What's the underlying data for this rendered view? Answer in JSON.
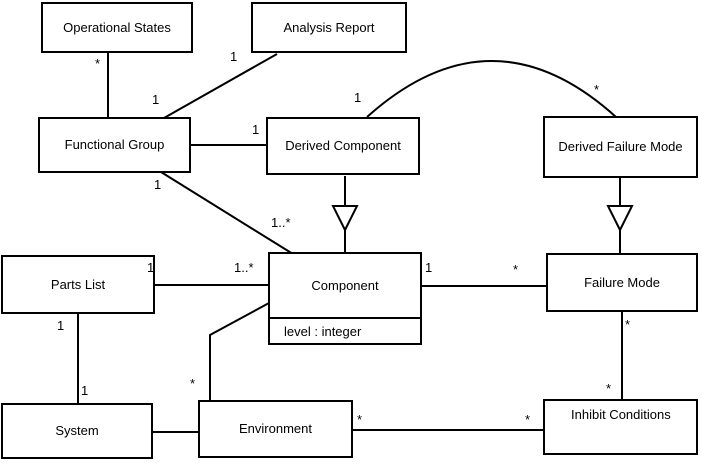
{
  "diagram": {
    "kind": "uml-class-diagram",
    "colors": {
      "line": "#000000",
      "background": "#ffffff",
      "box_fill": "#ffffff",
      "text": "#000000"
    },
    "classes": [
      {
        "name": "Operational States"
      },
      {
        "name": "Analysis Report"
      },
      {
        "name": "Functional Group"
      },
      {
        "name": "Derived Component"
      },
      {
        "name": "Derived Failure Mode"
      },
      {
        "name": "Parts List"
      },
      {
        "name": "Component",
        "attributes": [
          "level : integer"
        ]
      },
      {
        "name": "Failure Mode"
      },
      {
        "name": "System"
      },
      {
        "name": "Environment"
      },
      {
        "name": "Inhibit Conditions"
      }
    ],
    "associations": [
      {
        "from": "Operational States",
        "to": "Functional Group",
        "from_mult": "*",
        "to_mult": ""
      },
      {
        "from": "Analysis Report",
        "to": "Functional Group",
        "from_mult": "1",
        "to_mult": "1"
      },
      {
        "from": "Functional Group",
        "to": "Derived Component",
        "from_mult": "",
        "to_mult": "1"
      },
      {
        "from": "Functional Group",
        "to": "Component",
        "from_mult": "1",
        "to_mult": "1..*"
      },
      {
        "from": "Derived Component",
        "to": "Derived Failure Mode",
        "from_mult": "1",
        "to_mult": "*"
      },
      {
        "from": "Parts List",
        "to": "Component",
        "from_mult": "1",
        "to_mult": "1..*"
      },
      {
        "from": "Component",
        "to": "Failure Mode",
        "from_mult": "1",
        "to_mult": "*"
      },
      {
        "from": "Parts List",
        "to": "System",
        "from_mult": "1",
        "to_mult": "1"
      },
      {
        "from": "System",
        "to": "Environment",
        "from_mult": "",
        "to_mult": ""
      },
      {
        "from": "Environment",
        "to": "Component",
        "from_mult": "*",
        "to_mult": ""
      },
      {
        "from": "Environment",
        "to": "Inhibit Conditions",
        "from_mult": "*",
        "to_mult": "*"
      },
      {
        "from": "Failure Mode",
        "to": "Inhibit Conditions",
        "from_mult": "*",
        "to_mult": "*"
      }
    ],
    "generalizations": [
      {
        "child": "Derived Component",
        "parent": "Component"
      },
      {
        "child": "Derived Failure Mode",
        "parent": "Failure Mode"
      }
    ],
    "multiplicity_labels": [
      {
        "text": "*"
      },
      {
        "text": "1"
      },
      {
        "text": "1"
      },
      {
        "text": "1"
      },
      {
        "text": "1"
      },
      {
        "text": "1..*"
      },
      {
        "text": "1"
      },
      {
        "text": "*"
      },
      {
        "text": "1"
      },
      {
        "text": "1..*"
      },
      {
        "text": "1"
      },
      {
        "text": "*"
      },
      {
        "text": "1"
      },
      {
        "text": "1"
      },
      {
        "text": "*"
      },
      {
        "text": "*"
      },
      {
        "text": "*"
      },
      {
        "text": "*"
      },
      {
        "text": "*"
      }
    ]
  }
}
